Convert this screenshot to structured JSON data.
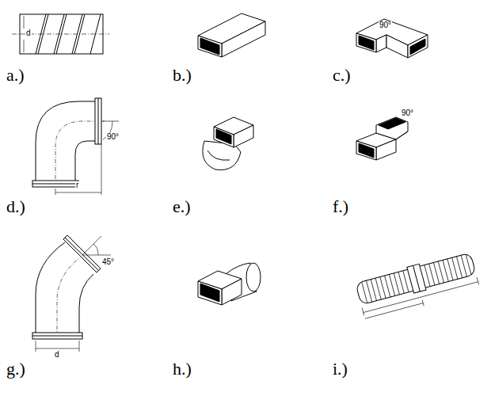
{
  "diagram": {
    "labels": [
      "d",
      "90°",
      "a.)",
      "b.)",
      "c.)",
      "90°",
      "r",
      "90°",
      "d.)",
      "e.)",
      "f.)",
      "45°",
      "d",
      "g.)",
      "h.)",
      "i.)"
    ]
  }
}
